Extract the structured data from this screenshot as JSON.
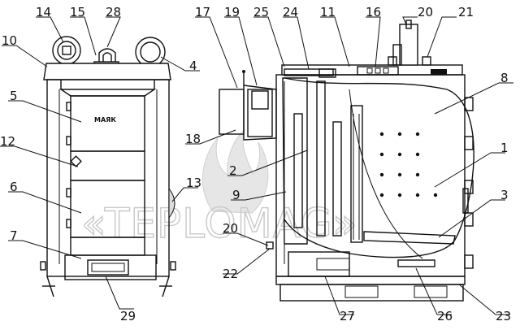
{
  "brand_plate": "МАЯК",
  "watermark": "«TEPLOMAG»",
  "front_view_labels": [
    "14",
    "15",
    "28",
    "10",
    "4",
    "5",
    "12",
    "6",
    "7",
    "13",
    "29"
  ],
  "side_view_labels": [
    "17",
    "19",
    "25",
    "24",
    "11",
    "16",
    "20",
    "21",
    "8",
    "18",
    "2",
    "1",
    "9",
    "3",
    "20",
    "22",
    "27",
    "26",
    "23"
  ]
}
